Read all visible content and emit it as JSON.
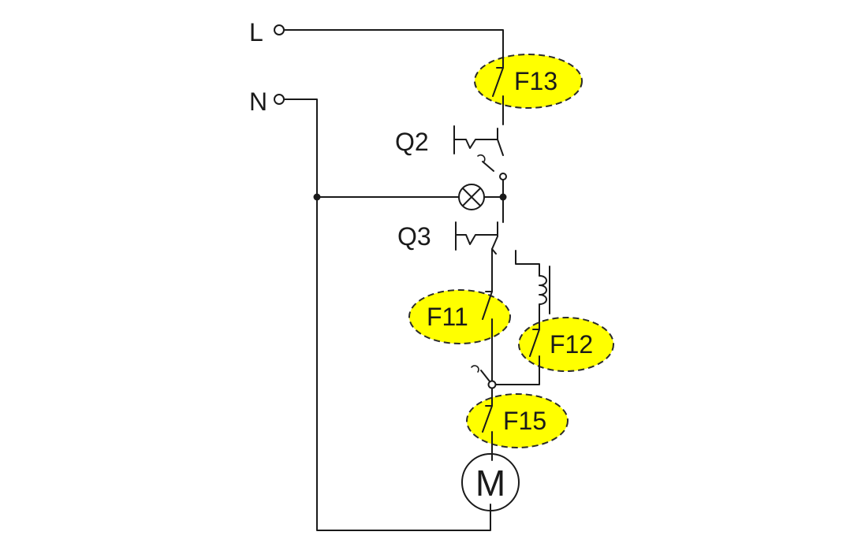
{
  "terminals": {
    "line": "L",
    "neutral": "N"
  },
  "pushbuttons": {
    "q2": "Q2",
    "q3": "Q3"
  },
  "highlighted_contacts": [
    "F13",
    "F11",
    "F12",
    "F15"
  ],
  "motor": {
    "label": "M"
  },
  "colors": {
    "highlight": "#ffff00",
    "wire": "#1a1a1a",
    "background": "#ffffff"
  }
}
